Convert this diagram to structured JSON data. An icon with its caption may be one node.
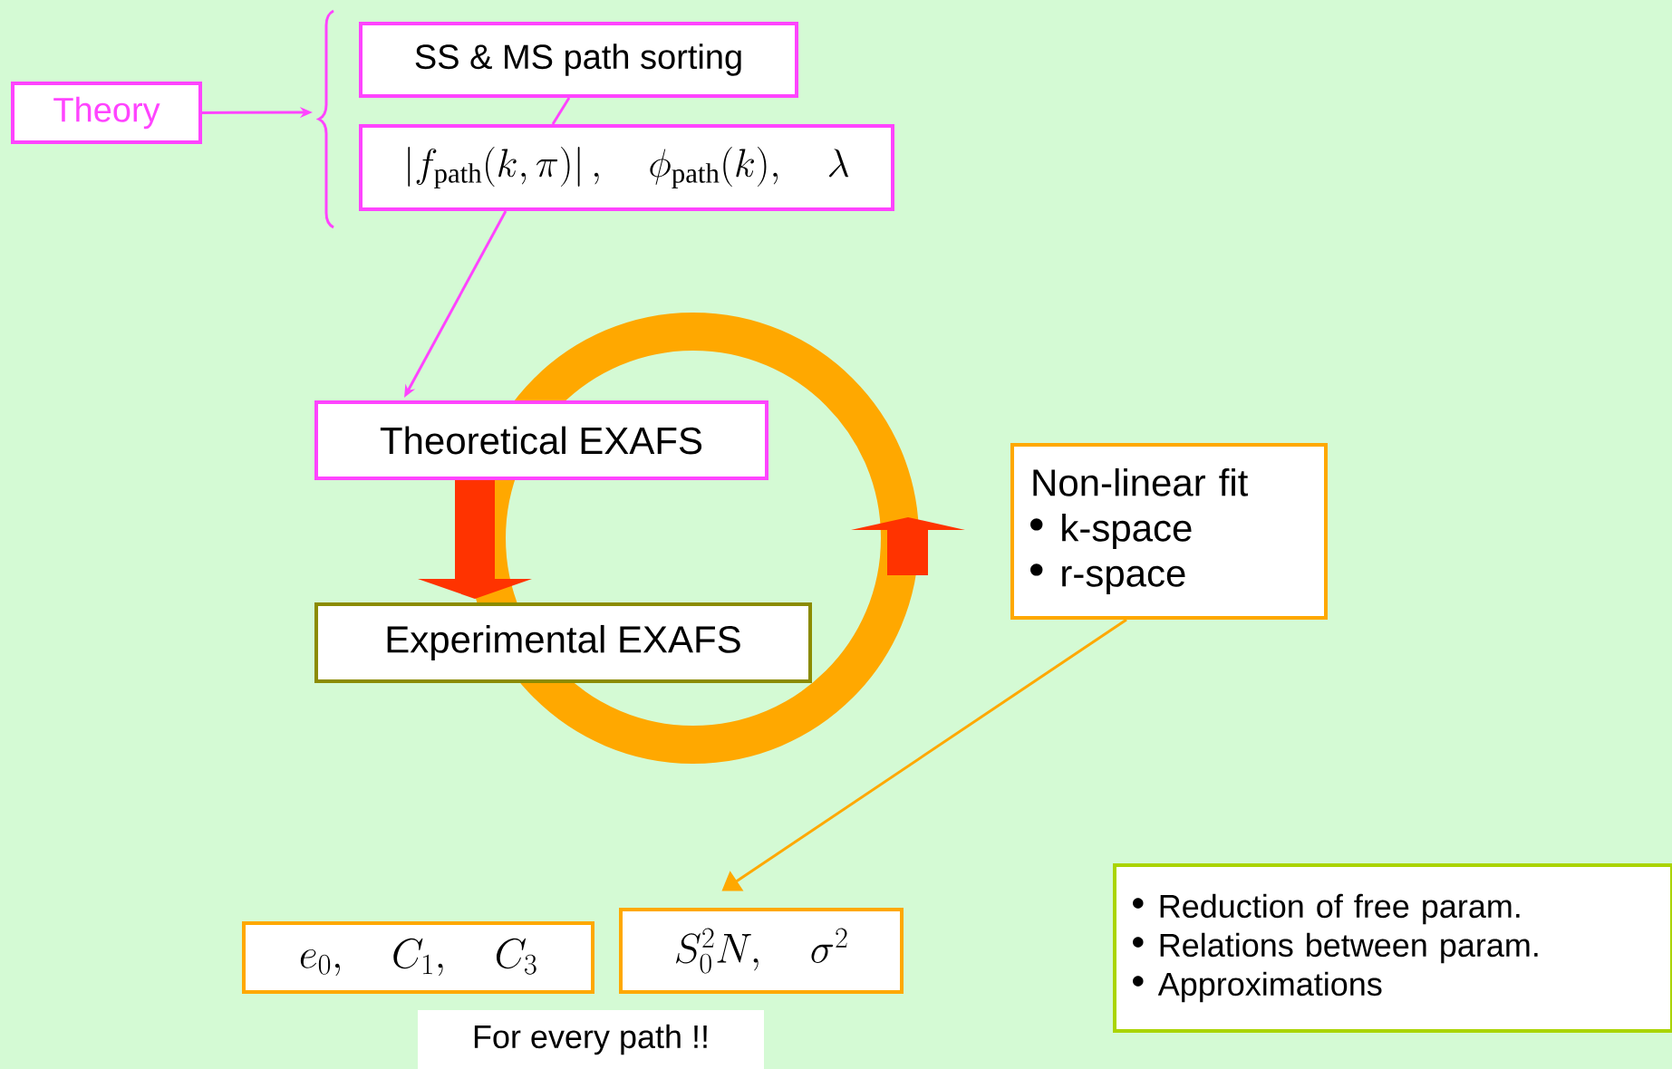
{
  "diagram": {
    "nodes": [
      {
        "text": [
          "Theory"
        ]
      },
      {
        "text": [
          "SS & MS path sorting"
        ]
      },
      {
        "text": [
          "\\left|f_{\\mathrm{path}}(k,\\pi)\\right|,\\quad \\phi_{\\mathrm{path}}(k),\\quad \\lambda"
        ]
      },
      {
        "text": [
          "Theoretical EXAFS"
        ]
      },
      {
        "text": [
          "Experimental EXAFS"
        ]
      },
      {
        "text": [
          "Non-linear fit",
          "k-space",
          "r-space"
        ]
      },
      {
        "text": [
          "e_0,\\quad C_1,\\quad C_3"
        ]
      },
      {
        "text": [
          "S_0^2N,\\quad \\sigma^2"
        ]
      },
      {
        "text": [
          "For every path !!"
        ]
      },
      {
        "text": [
          "Reduction of free param.",
          "Relations between param.",
          "Approximations"
        ]
      }
    ],
    "edges": [
      {
        "from": 0,
        "to": null,
        "arrow": "to"
      },
      {
        "from": 1,
        "to": 2,
        "arrow": "none"
      },
      {
        "from": 2,
        "to": 3,
        "arrow": "to"
      },
      {
        "from": 3,
        "to": 4,
        "arrow": "to",
        "style": "thick",
        "color": "#ff3300"
      },
      {
        "from": 5,
        "to": 7,
        "arrow": "to",
        "color": "#ffa800"
      }
    ]
  }
}
